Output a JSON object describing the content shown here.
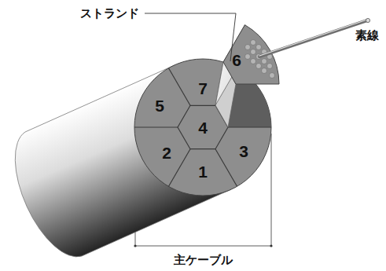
{
  "diagram": {
    "labels": [
      "ストランド",
      "素線",
      "7",
      "5",
      "4",
      "6",
      "2",
      "3",
      "1",
      "主ケーブル"
    ]
  }
}
